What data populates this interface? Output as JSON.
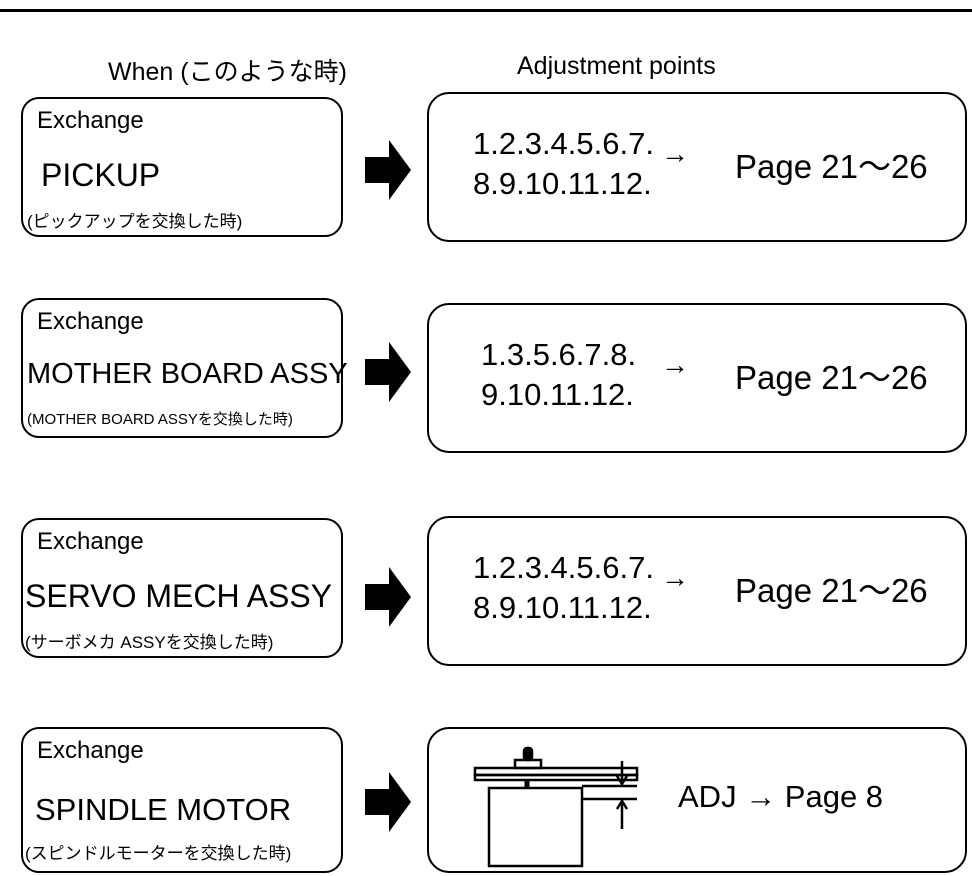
{
  "header": {
    "when": "When (このような時)",
    "adjustment": "Adjustment points"
  },
  "rows": [
    {
      "exchange": "Exchange",
      "part": "PICKUP",
      "jp": "(ピックアップを交換した時)",
      "line1": "1.2.3.4.5.6.7.",
      "line2": "8.9.10.11.12.",
      "arrow": "→",
      "page": "Page 21～26"
    },
    {
      "exchange": "Exchange",
      "part": "MOTHER BOARD ASSY",
      "jp": "(MOTHER BOARD  ASSYを交換した時)",
      "line1": "1.3.5.6.7.8.",
      "line2": "9.10.11.12.",
      "arrow": "→",
      "page": "Page 21～26"
    },
    {
      "exchange": "Exchange",
      "part": "SERVO MECH ASSY",
      "jp": "(サーボメカ ASSYを交換した時)",
      "line1": "1.2.3.4.5.6.7.",
      "line2": "8.9.10.11.12.",
      "arrow": "→",
      "page": "Page 21～26"
    },
    {
      "exchange": "Exchange",
      "part": "SPINDLE MOTOR",
      "jp": "(スピンドルモーターを交換した時)",
      "adj": "ADJ → Page 8"
    }
  ]
}
